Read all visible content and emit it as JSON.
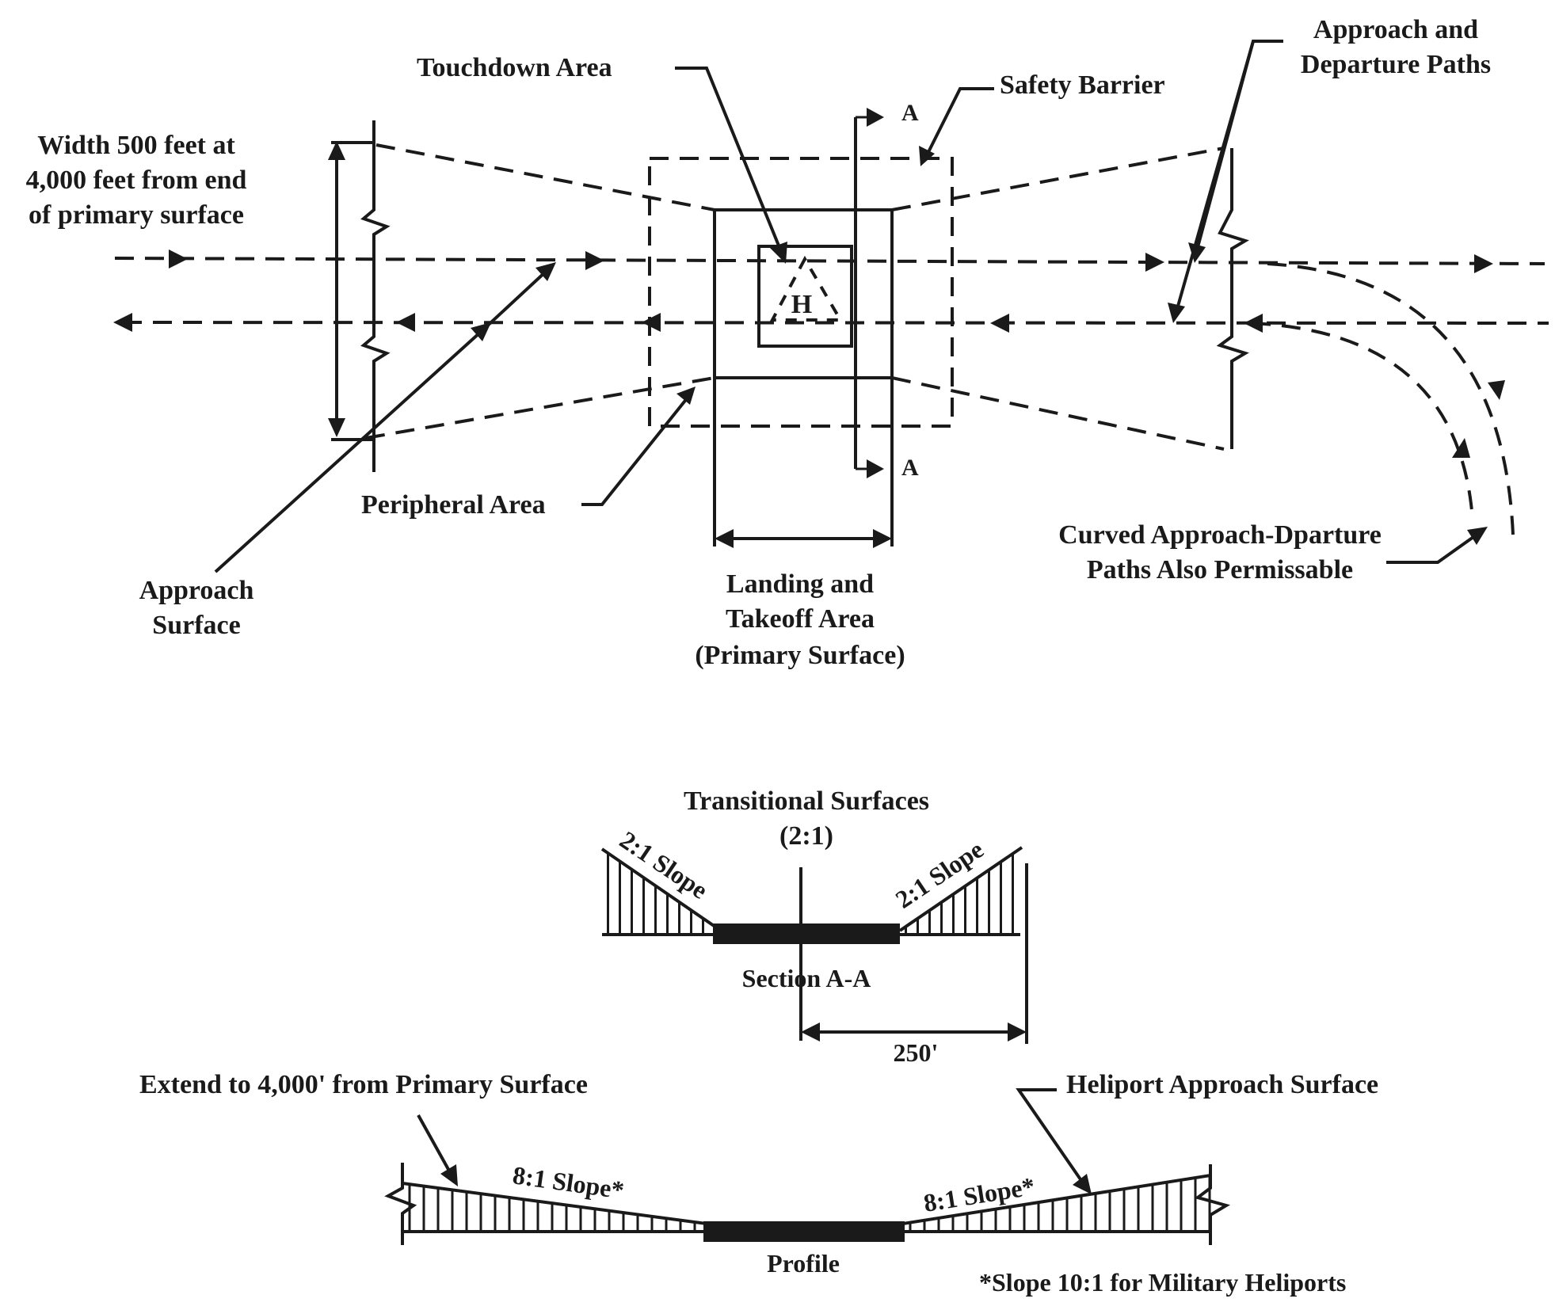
{
  "plan": {
    "touchdown_area": "Touchdown Area",
    "safety_barrier": "Safety Barrier",
    "approach_departure_paths_1": "Approach and",
    "approach_departure_paths_2": "Departure Paths",
    "width_note_1": "Width 500 feet at",
    "width_note_2": "4,000 feet from end",
    "width_note_3": "of primary surface",
    "section_mark_top": "A",
    "section_mark_bottom": "A",
    "helipad_letter": "H",
    "peripheral_area": "Peripheral Area",
    "approach_surface_1": "Approach",
    "approach_surface_2": "Surface",
    "landing_area_1": "Landing and",
    "landing_area_2": "Takeoff Area",
    "landing_area_3": "(Primary Surface)",
    "curved_paths_1": "Curved Approach-Dparture",
    "curved_paths_2": "Paths Also Permissable"
  },
  "section": {
    "title_1": "Transitional Surfaces",
    "title_2": "(2:1)",
    "slope_left": "2:1 Slope",
    "slope_right": "2:1 Slope",
    "label": "Section A-A",
    "dimension": "250'"
  },
  "profile": {
    "extend_note": "Extend to 4,000' from Primary Surface",
    "heliport_approach": "Heliport Approach Surface",
    "slope_left": "8:1 Slope*",
    "slope_right": "8:1 Slope*",
    "label": "Profile",
    "footnote": "*Slope 10:1 for Military Heliports"
  }
}
